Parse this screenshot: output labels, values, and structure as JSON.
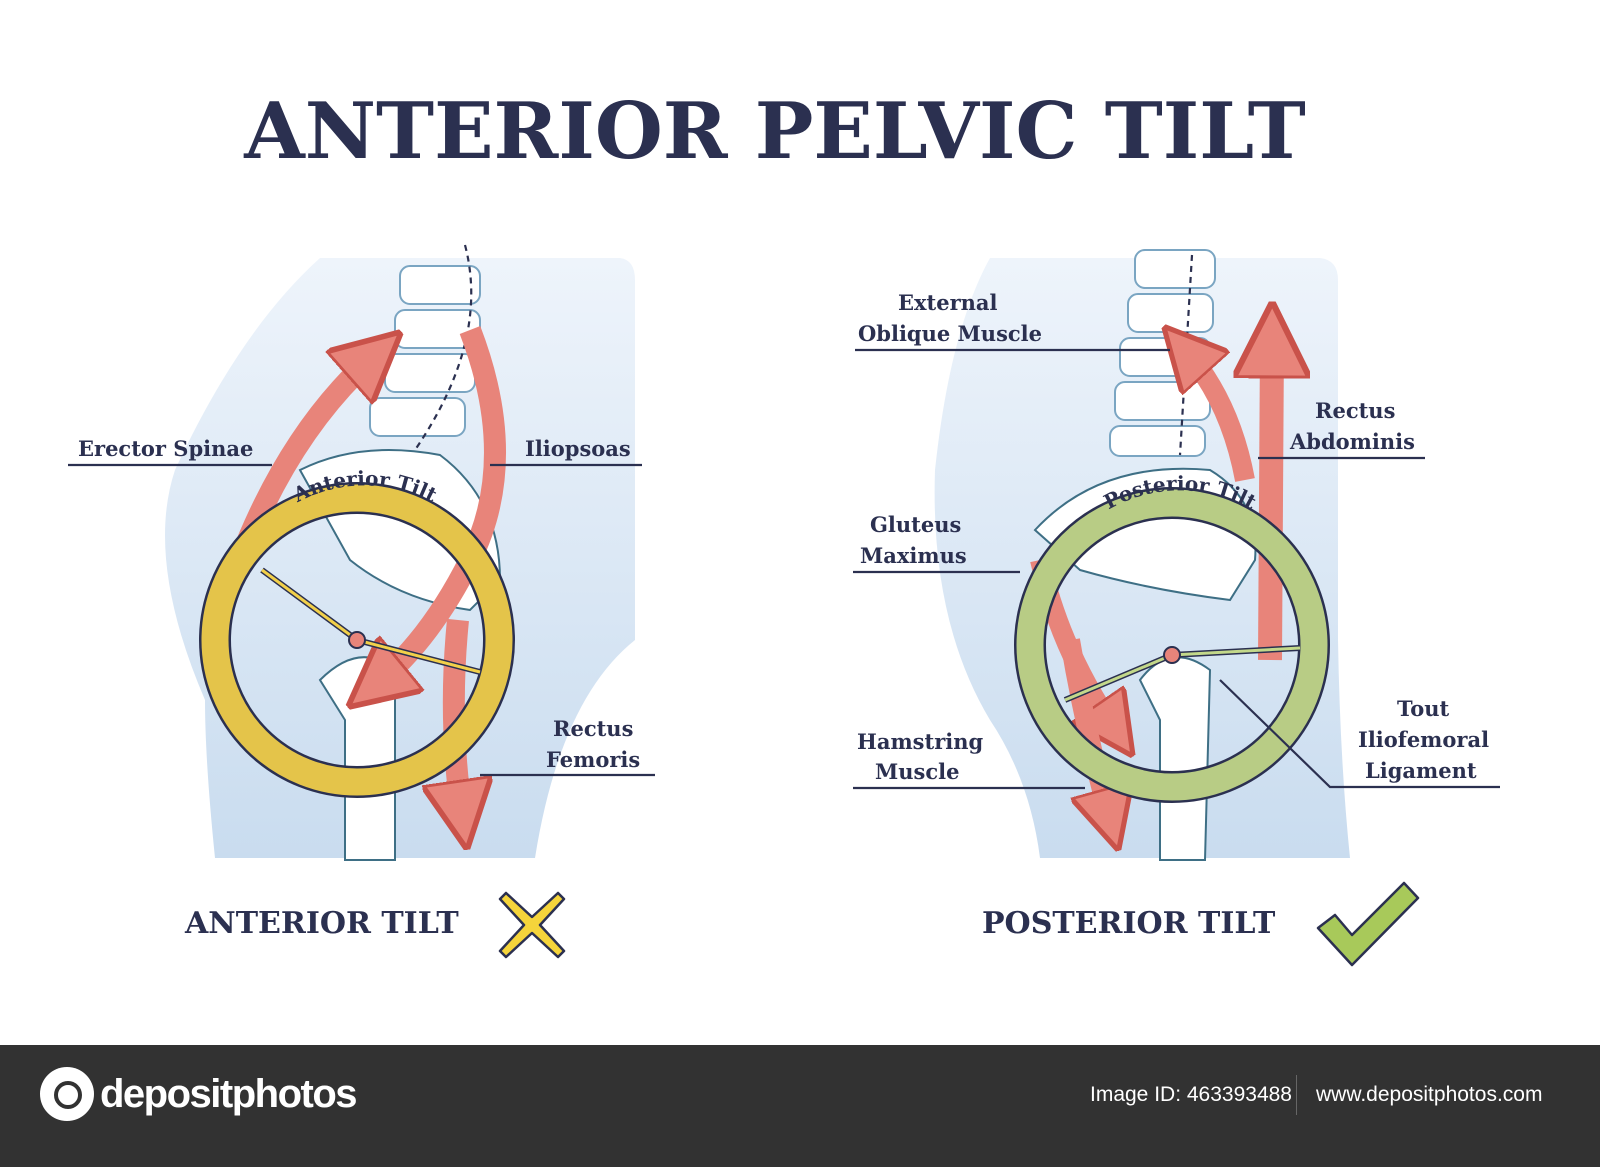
{
  "title": "ANTERIOR PELVIC TILT",
  "left_panel": {
    "ring_label": "Anterior Tilt",
    "labels": {
      "erector_spinae": "Erector Spinae",
      "iliopsoas": "Iliopsoas",
      "rectus_femoris_1": "Rectus",
      "rectus_femoris_2": "Femoris"
    },
    "caption": "ANTERIOR TILT",
    "verdict_icon": "cross-icon",
    "ring_color": "#f2d04a"
  },
  "right_panel": {
    "ring_label": "Posterior Tilt",
    "labels": {
      "external_oblique_1": "External",
      "external_oblique_2": "Oblique Muscle",
      "rectus_abdominis_1": "Rectus",
      "rectus_abdominis_2": "Abdominis",
      "gluteus_1": "Gluteus",
      "gluteus_2": "Maximus",
      "hamstring_1": "Hamstring",
      "hamstring_2": "Muscle",
      "ligament_1": "Tout",
      "ligament_2": "Iliofemoral",
      "ligament_3": "Ligament"
    },
    "caption": "POSTERIOR TILT",
    "verdict_icon": "check-icon",
    "ring_color": "#c3d88a"
  },
  "colors": {
    "muscle": "#e8847a",
    "text": "#2b3050",
    "body": "#d6e6f4"
  },
  "footer": {
    "logo": "depositphotos",
    "image_id": "Image ID: 463393488",
    "site": "www.depositphotos.com"
  }
}
